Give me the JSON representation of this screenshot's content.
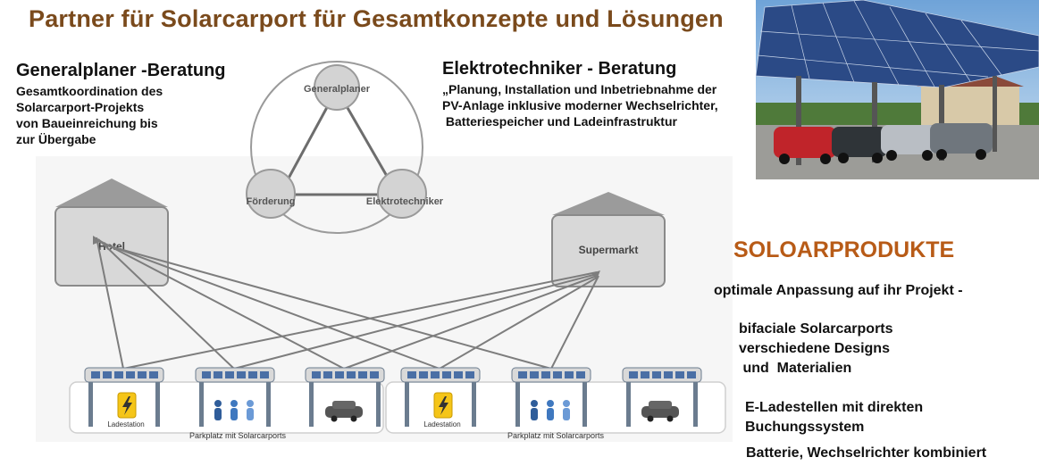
{
  "title": "Partner für Solarcarport  für Gesamtkonzepte und Lösungen",
  "generalplaner": {
    "heading": "Generalplaner -Beratung",
    "lines": [
      "Gesamtkoordination des",
      "Solarcarport-Projekts",
      "von Baueinreichung bis",
      "zur Übergabe"
    ]
  },
  "elektro": {
    "heading": "Elektrotechniker - Beratung",
    "lines": [
      "„Planung, Installation und Inbetriebnahme der",
      "PV-Anlage inklusive moderner Wechselrichter,",
      " Batteriespeicher und Ladeinfrastruktur"
    ]
  },
  "triangle": {
    "top": "Generalplaner",
    "left": "Förderung",
    "right": "Elektrotechniker"
  },
  "buildings": {
    "left": "Hotel",
    "right": "Supermarkt"
  },
  "parking": {
    "charger_label_1": "Ladestation",
    "charger_label_2": "Ladestation",
    "lot_label_1": "Parkplatz mit Solarcarports",
    "lot_label_2": "Parkplatz mit Solarcarports"
  },
  "products": {
    "heading": "SOLOARPRODUKTE",
    "intro": "optimale Anpassung auf ihr Projekt -",
    "group1": [
      "bifaciale Solarcarports",
      "verschiedene Designs",
      " und  Materialien"
    ],
    "group2": [
      "E-Ladestellen mit direkten",
      "Buchungssystem"
    ],
    "group3": "Batterie, Wechselrichter kombiniert"
  },
  "colors": {
    "title": "#7a4a1c",
    "products_heading": "#b85b17",
    "diagram_gray": "#7d7d7d",
    "panel_blue": "#4a6fa5",
    "charger_yellow": "#f5c518"
  }
}
